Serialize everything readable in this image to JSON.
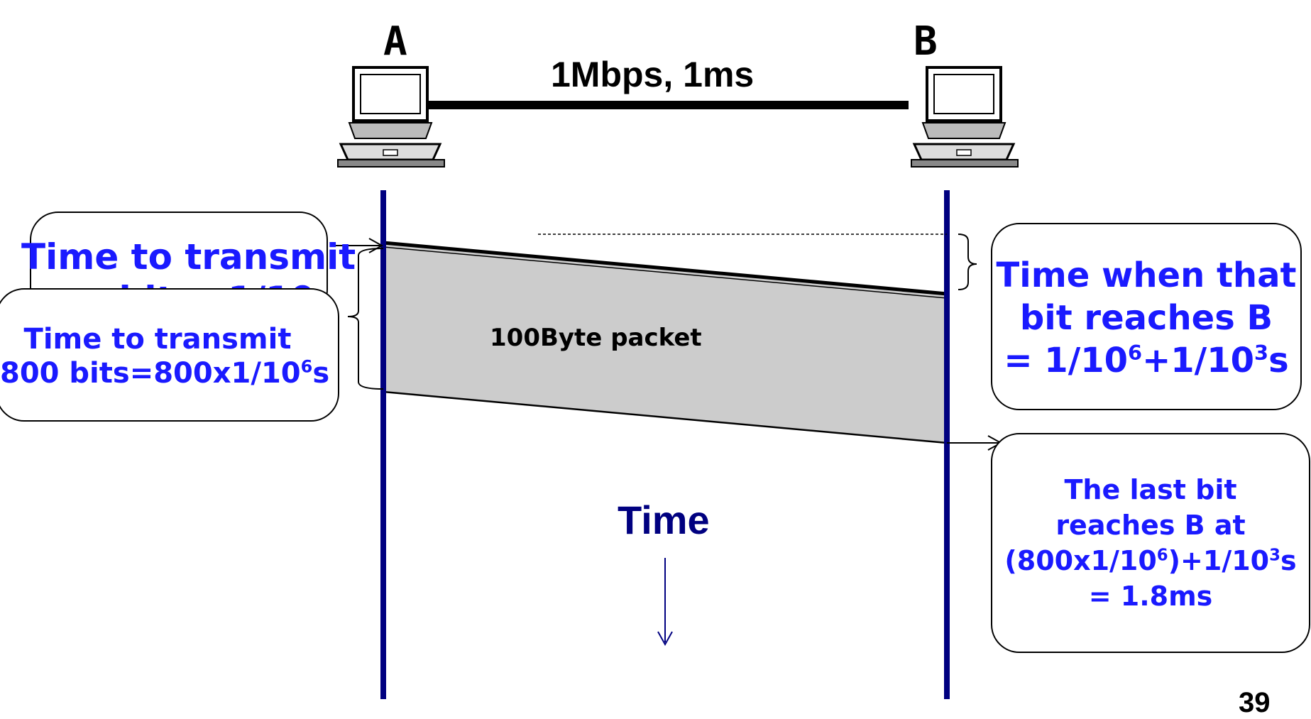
{
  "nodes": {
    "a": {
      "label": "A"
    },
    "b": {
      "label": "B"
    }
  },
  "link": {
    "label": "1Mbps, 1ms"
  },
  "packet": {
    "label": "100Byte packet"
  },
  "time_label": "Time",
  "callouts": {
    "first_bit": {
      "line1": "Time to transmit",
      "line2_partial": "one bit = 1/10"
    },
    "all_bits": {
      "line1": "Time to transmit",
      "line2_pre": "800 bits=800x1/10",
      "line2_sup": "6",
      "line2_post": "s"
    },
    "first_bit_arrival": {
      "line1": "Time when that",
      "line2": "bit reaches B",
      "line3_pre": "= 1/10",
      "line3_sup1": "6",
      "line3_mid": "+1/10",
      "line3_sup2": "3",
      "line3_post": "s"
    },
    "last_bit_arrival": {
      "line1": "The last bit",
      "line2": "reaches B at",
      "line3_pre": "(800x1/10",
      "line3_sup1": "6",
      "line3_mid": ")+1/10",
      "line3_sup2": "3",
      "line3_post": "s",
      "line4": "= 1.8ms"
    }
  },
  "colors": {
    "timeline": "#000080",
    "callout_text": "#1a1aff",
    "packet_fill": "#cccccc"
  },
  "page_number": "39"
}
